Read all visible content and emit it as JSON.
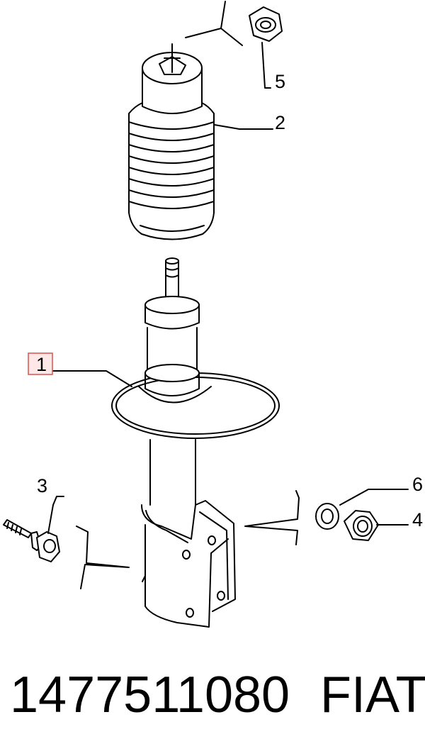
{
  "callouts": {
    "c1": "1",
    "c2": "2",
    "c3": "3",
    "c4": "4",
    "c5": "5",
    "c6": "6"
  },
  "footer": {
    "part_number": "1477511080",
    "brand": "FIAT"
  },
  "colors": {
    "line": "#000000",
    "highlight_border": "#d9534f",
    "highlight_fill": "#fde7e7"
  }
}
